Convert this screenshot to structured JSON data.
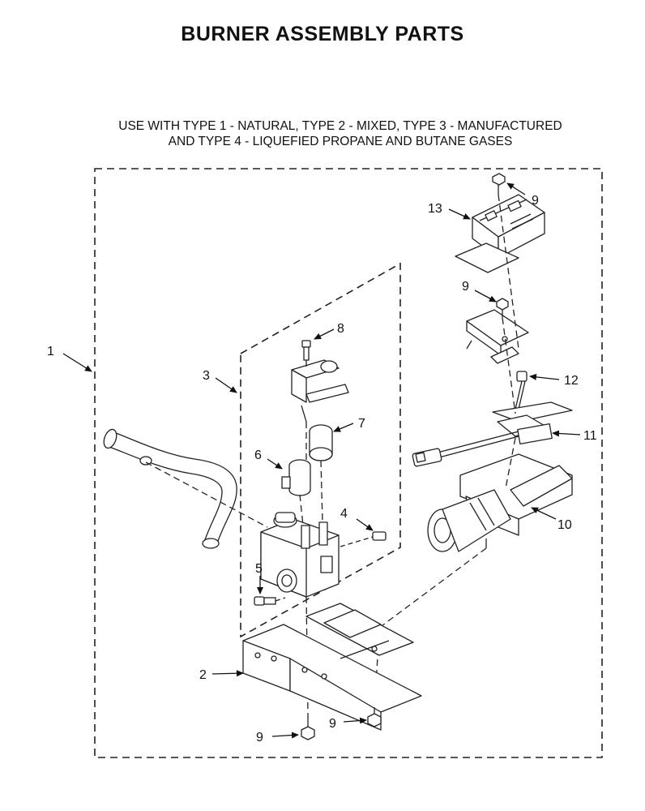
{
  "title": "BURNER ASSEMBLY PARTS",
  "subtitle_line1": "USE WITH TYPE 1 - NATURAL, TYPE 2 - MIXED, TYPE 3 - MANUFACTURED",
  "subtitle_line2": "AND TYPE 4 - LIQUEFIED PROPANE AND BUTANE GASES",
  "callouts": {
    "c1": "1",
    "c2": "2",
    "c3": "3",
    "c4": "4",
    "c5": "5",
    "c6": "6",
    "c7": "7",
    "c8": "8",
    "c9_top": "9",
    "c9_mid": "9",
    "c9_bottom_left": "9",
    "c9_bottom_right": "9",
    "c10": "10",
    "c11": "11",
    "c12": "12",
    "c13": "13"
  }
}
